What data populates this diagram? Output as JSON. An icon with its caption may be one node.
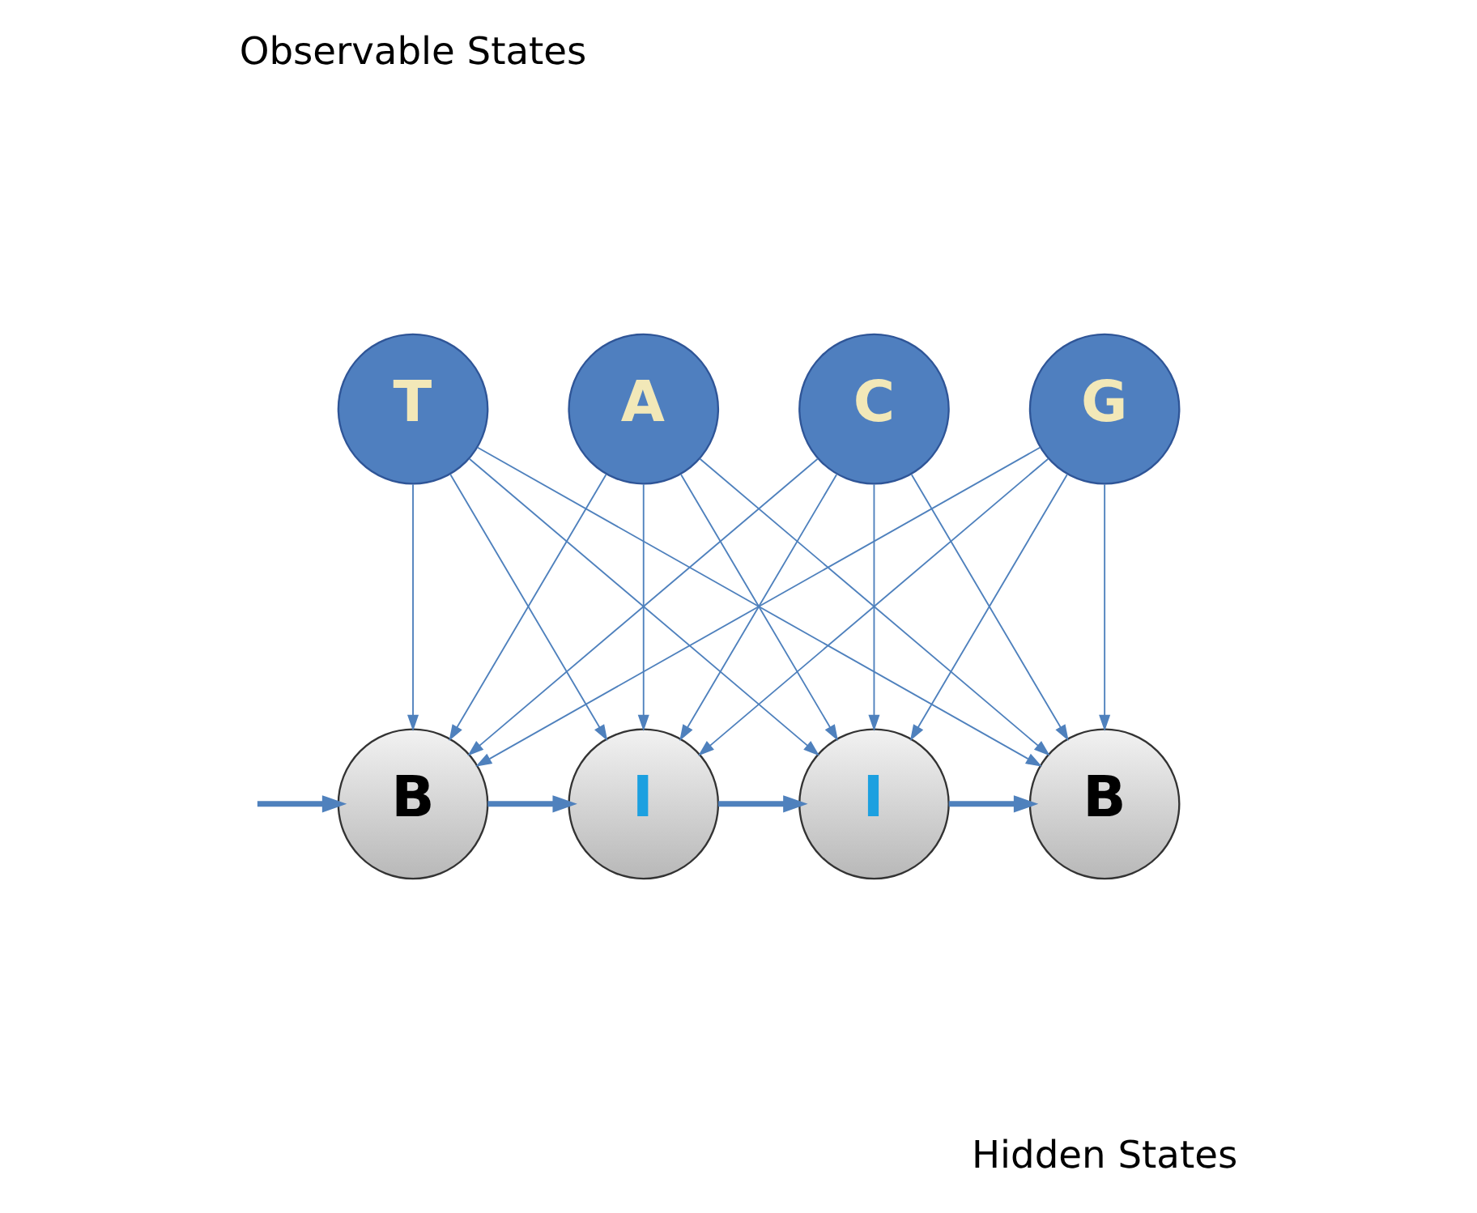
{
  "diagram": {
    "nodes": [
      {
        "text": [
          "T"
        ]
      },
      {
        "text": [
          "A"
        ]
      },
      {
        "text": [
          "C"
        ]
      },
      {
        "text": [
          "G"
        ]
      },
      {
        "text": [
          "B"
        ]
      },
      {
        "text": [
          "I"
        ]
      },
      {
        "text": [
          "I"
        ]
      },
      {
        "text": [
          "B"
        ]
      }
    ],
    "edges": [
      {
        "from": 0,
        "to": 4,
        "arrow": "to"
      },
      {
        "from": 0,
        "to": 5,
        "arrow": "to"
      },
      {
        "from": 0,
        "to": 6,
        "arrow": "to"
      },
      {
        "from": 0,
        "to": 7,
        "arrow": "to"
      },
      {
        "from": 1,
        "to": 4,
        "arrow": "to"
      },
      {
        "from": 1,
        "to": 5,
        "arrow": "to"
      },
      {
        "from": 1,
        "to": 6,
        "arrow": "to"
      },
      {
        "from": 1,
        "to": 7,
        "arrow": "to"
      },
      {
        "from": 2,
        "to": 4,
        "arrow": "to"
      },
      {
        "from": 2,
        "to": 5,
        "arrow": "to"
      },
      {
        "from": 2,
        "to": 6,
        "arrow": "to"
      },
      {
        "from": 2,
        "to": 7,
        "arrow": "to"
      },
      {
        "from": 3,
        "to": 4,
        "arrow": "to"
      },
      {
        "from": 3,
        "to": 5,
        "arrow": "to"
      },
      {
        "from": 3,
        "to": 6,
        "arrow": "to"
      },
      {
        "from": 3,
        "to": 7,
        "arrow": "to"
      },
      {
        "from": null,
        "to": 4,
        "arrow": "to",
        "style": "thick"
      },
      {
        "from": 4,
        "to": 5,
        "arrow": "to",
        "style": "thick"
      },
      {
        "from": 5,
        "to": 6,
        "arrow": "to",
        "style": "thick"
      },
      {
        "from": 6,
        "to": 7,
        "arrow": "to",
        "style": "thick"
      }
    ],
    "labels": [
      "Observable States",
      "Hidden States"
    ]
  }
}
